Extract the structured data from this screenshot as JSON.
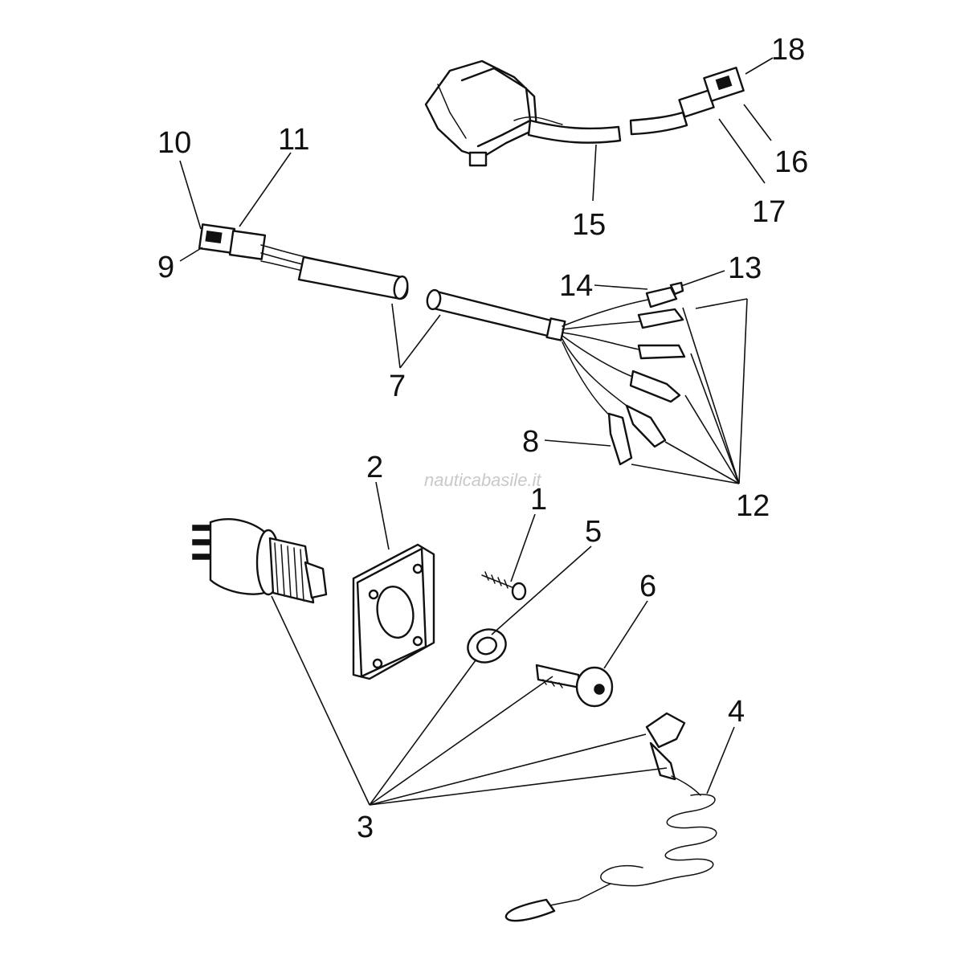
{
  "watermark": "nauticabasile.it",
  "labels": {
    "p1": "1",
    "p2": "2",
    "p3": "3",
    "p4": "4",
    "p5": "5",
    "p6": "6",
    "p7": "7",
    "p8": "8",
    "p9": "9",
    "p10": "10",
    "p11": "11",
    "p12": "12",
    "p13": "13",
    "p14": "14",
    "p15": "15",
    "p16": "16",
    "p17": "17",
    "p18": "18"
  }
}
